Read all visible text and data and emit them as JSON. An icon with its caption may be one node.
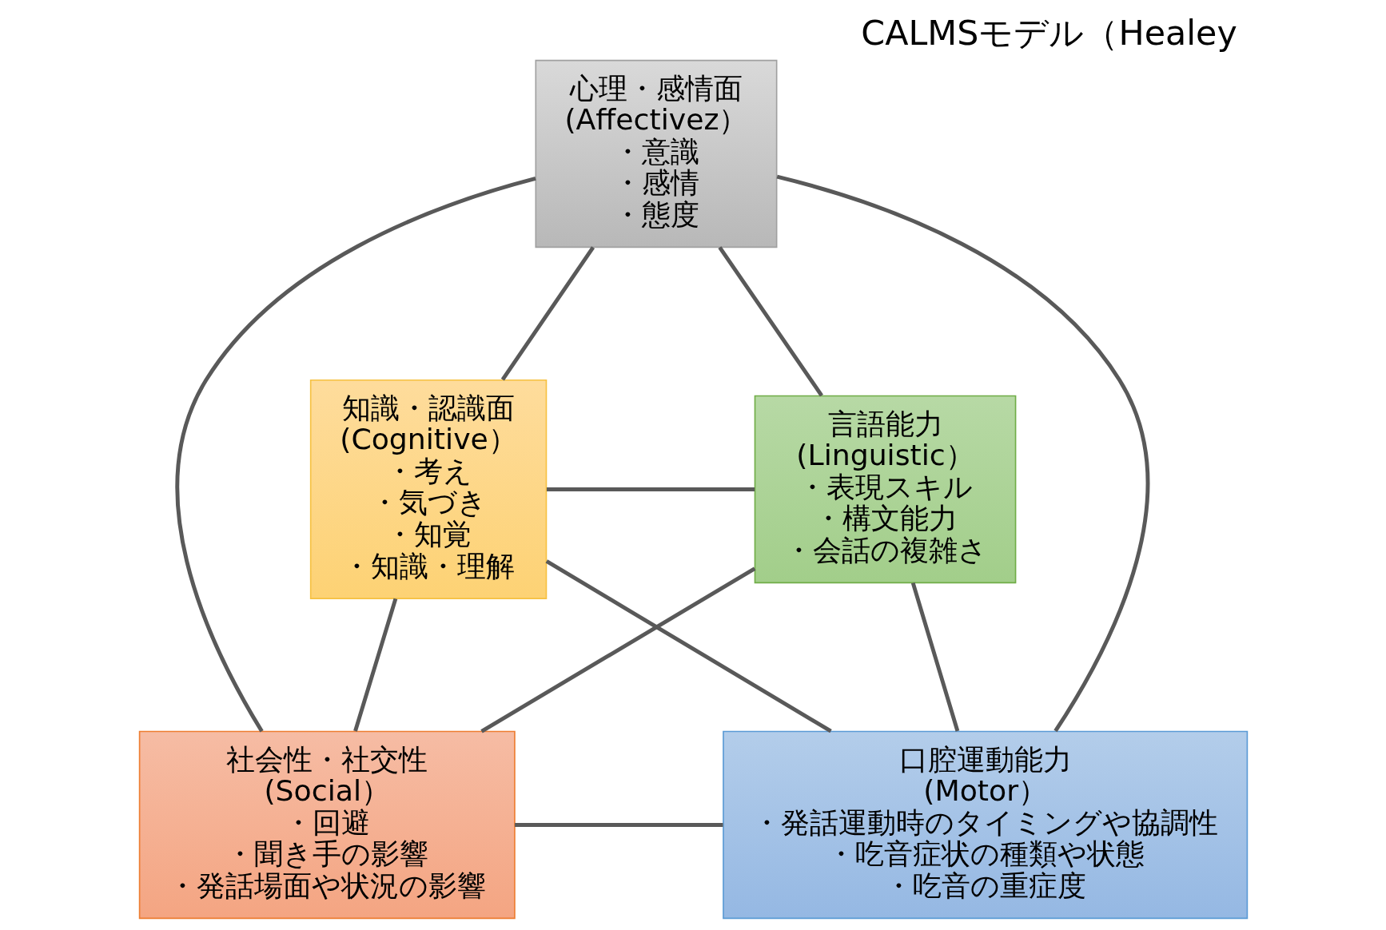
{
  "diagram": {
    "title": "CALMSモデル（Healey",
    "nodes": [
      {
        "text": [
          "心理・感情面",
          "(Affectivez）",
          "・意識",
          "・感情",
          "・態度"
        ]
      },
      {
        "text": [
          "知識・認識面",
          "(Cognitive）",
          "・考え",
          "・気づき",
          "・知覚",
          "・知識・理解"
        ]
      },
      {
        "text": [
          "言語能力",
          "(Linguistic）",
          "・表現スキル",
          "・構文能力",
          "・会話の複雑さ"
        ]
      },
      {
        "text": [
          "社会性・社交性",
          "(Social）",
          "・回避",
          "・聞き手の影響",
          "・発話場面や状況の影響"
        ]
      },
      {
        "text": [
          "口腔運動能力",
          "(Motor）",
          "・発話運動時のタイミングや協調性",
          "・吃音症状の種類や状態",
          "・吃音の重症度"
        ]
      }
    ],
    "edges": [
      {
        "from": 0,
        "to": 1,
        "arrow": "none"
      },
      {
        "from": 0,
        "to": 2,
        "arrow": "none"
      },
      {
        "from": 0,
        "to": 3,
        "arrow": "none"
      },
      {
        "from": 0,
        "to": 4,
        "arrow": "none"
      },
      {
        "from": 1,
        "to": 2,
        "arrow": "none"
      },
      {
        "from": 1,
        "to": 4,
        "arrow": "none"
      },
      {
        "from": 2,
        "to": 3,
        "arrow": "none"
      },
      {
        "from": 2,
        "to": 4,
        "arrow": "none"
      },
      {
        "from": 1,
        "to": 3,
        "arrow": "none"
      },
      {
        "from": 3,
        "to": 4,
        "arrow": "none"
      }
    ]
  }
}
